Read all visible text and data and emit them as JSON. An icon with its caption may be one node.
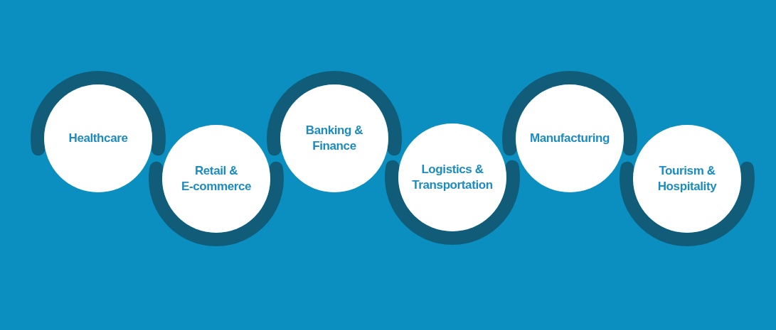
{
  "diagram": {
    "nodes": [
      {
        "text": [
          "Healthcare"
        ]
      },
      {
        "text": [
          "Retail & E-commerce"
        ]
      },
      {
        "text": [
          "Banking & Finance"
        ]
      },
      {
        "text": [
          "Logistics & Transportation"
        ]
      },
      {
        "text": [
          "Manufacturing"
        ]
      },
      {
        "text": [
          "Tourism & Hospitality"
        ]
      }
    ]
  }
}
